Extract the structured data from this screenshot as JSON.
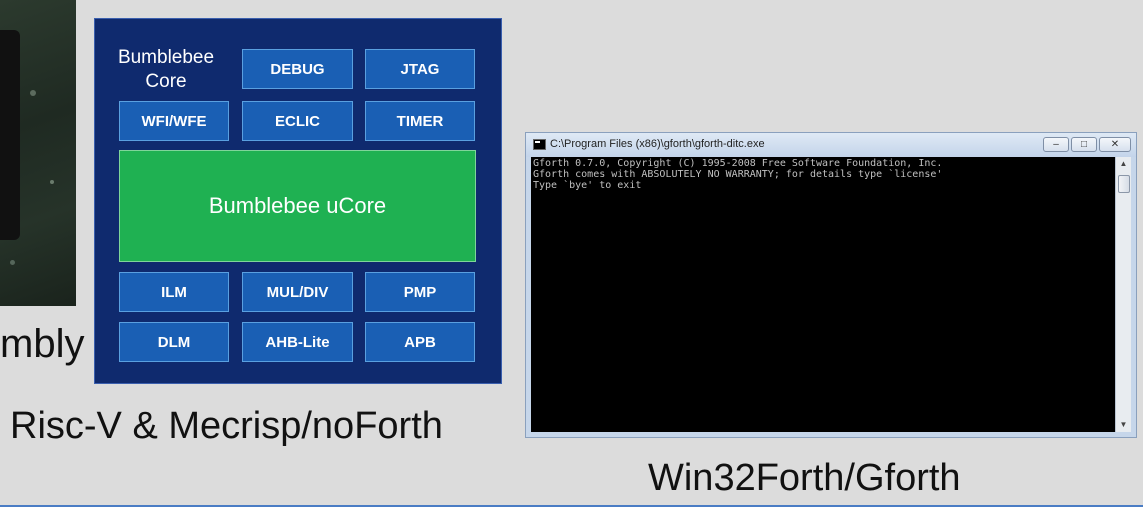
{
  "slide": {
    "cut_caption": "mbly",
    "risc_caption": "Risc-V & Mecrisp/noForth",
    "gforth_caption": "Win32Forth/Gforth"
  },
  "block_diagram": {
    "core_title_line1": "Bumblebee",
    "core_title_line2": "Core",
    "cells": {
      "debug": "DEBUG",
      "jtag": "JTAG",
      "wfi": "WFI/WFE",
      "eclic": "ECLIC",
      "timer": "TIMER",
      "ucore": "Bumblebee uCore",
      "ilm": "ILM",
      "muldiv": "MUL/DIV",
      "pmp": "PMP",
      "dlm": "DLM",
      "ahb": "AHB-Lite",
      "apb": "APB"
    }
  },
  "console_window": {
    "title": "C:\\Program Files (x86)\\gforth\\gforth-ditc.exe",
    "buttons": {
      "minimize": "–",
      "maximize": "□",
      "close": "✕"
    },
    "lines": [
      "Gforth 0.7.0, Copyright (C) 1995-2008 Free Software Foundation, Inc.",
      "Gforth comes with ABSOLUTELY NO WARRANTY; for details type `license'",
      "Type `bye' to exit"
    ],
    "scroll_up": "▲",
    "scroll_down": "▼"
  }
}
